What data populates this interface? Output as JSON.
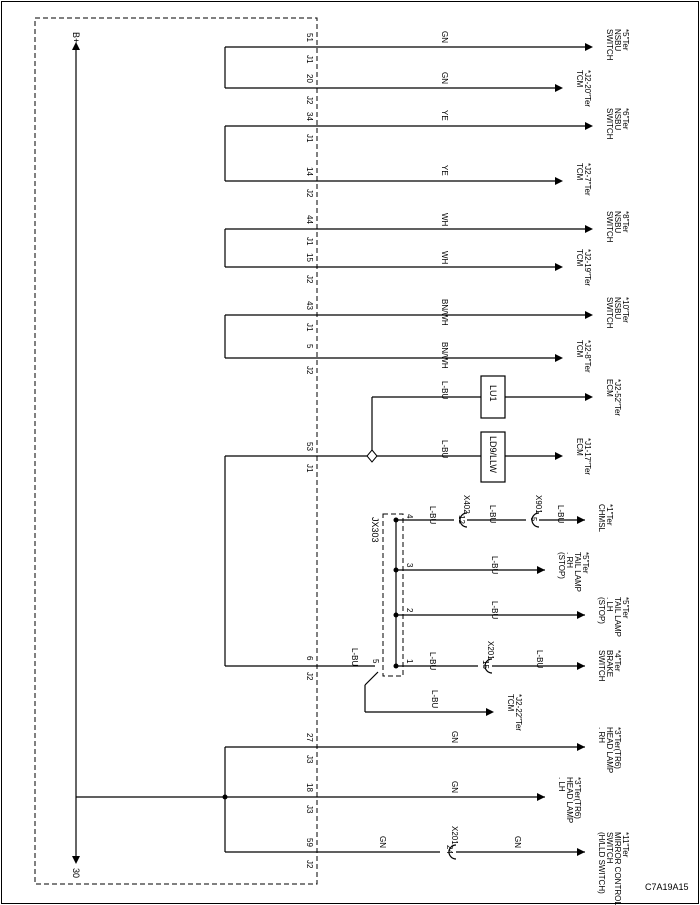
{
  "diagram_id": "C7A19A15",
  "bus": {
    "top": "B+",
    "bottom": "30"
  },
  "circuits": [
    {
      "conn": "J1",
      "pin": "51",
      "color": "GN",
      "dest": [
        "*5\"Ter",
        "NSBU",
        "SWITCH"
      ]
    },
    {
      "conn": "J2",
      "pin": "20",
      "color": "GN",
      "dest": [
        "*J2-20\"Ter",
        "TCM"
      ]
    },
    {
      "conn": "J1",
      "pin": "34",
      "color": "YE",
      "dest": [
        "*6\"Ter",
        "NSBU",
        "SWITCH"
      ]
    },
    {
      "conn": "J2",
      "pin": "14",
      "color": "YE",
      "dest": [
        "*J2-7\"Ter",
        "TCM"
      ]
    },
    {
      "conn": "J1",
      "pin": "44",
      "color": "WH",
      "dest": [
        "*8\"Ter",
        "NSBU",
        "SWITCH"
      ]
    },
    {
      "conn": "J2",
      "pin": "15",
      "color": "WH",
      "dest": [
        "*J2-19\"Ter",
        "TCM"
      ]
    },
    {
      "conn": "J1",
      "pin": "43",
      "color": "BN/WH",
      "dest": [
        "*10\"Ter",
        "NSBU",
        "SWITCH"
      ]
    },
    {
      "conn": "J2",
      "pin": "5",
      "color": "BN/WH",
      "dest": [
        "*J2-8\"Ter",
        "TCM"
      ]
    },
    {
      "conn": "",
      "pin": "",
      "color": "L-BU",
      "dest": [
        "*J2-52\"Ter",
        "ECM"
      ]
    },
    {
      "conn": "J1",
      "pin": "53",
      "color": "L-BU",
      "dest": [
        "*J1-17\"Ter",
        "ECM"
      ]
    }
  ],
  "fuses": {
    "lu1": "LU1",
    "ld9": "LD9/LLW"
  },
  "junction": {
    "name": "JX303",
    "pins": [
      "4",
      "3",
      "2",
      "1",
      "5"
    ],
    "outputs": [
      {
        "color": "L-BU",
        "connector": "X402",
        "connector_pin": "12",
        "color2": "L-BU",
        "connector2": "X901",
        "connector2_pin": "5",
        "color3": "L-BU",
        "dest": [
          "*1\"Ter",
          "CHMSL"
        ]
      },
      {
        "color": "L-BU",
        "dest": [
          "*5\"Ter",
          "TAIL LAMP",
          ". RH",
          "(STOP)"
        ]
      },
      {
        "color": "L-BU",
        "dest": [
          "*5\"Ter",
          "TAIL LAMP",
          ". LH",
          "(STOP)"
        ]
      },
      {
        "color": "L-BU",
        "connector": "X201",
        "connector_pin": "15",
        "color2": "L-BU",
        "dest": [
          "*4\"Ter",
          "BRAKE",
          "SWITCH"
        ]
      }
    ]
  },
  "brake": {
    "conn": "J2",
    "pin": "6",
    "color": "L-BU"
  },
  "tcm22": {
    "color": "L-BU",
    "dest": [
      "*J2-22\"Ter",
      "TCM"
    ]
  },
  "lamps": [
    {
      "conn": "J3",
      "pin": "27",
      "color": "GN",
      "dest": [
        "*3\"Ter(TR6)",
        "HEAD LAMP",
        ". RH"
      ]
    },
    {
      "conn": "J3",
      "pin": "18",
      "color": "GN",
      "dest": [
        "*3\"Ter(TR6)",
        "HEAD LAMP",
        ". LH"
      ]
    },
    {
      "conn": "J2",
      "pin": "59",
      "color": "GN",
      "connector": "X201",
      "connector_pin": "24",
      "color2": "GN",
      "dest": [
        "*11\"Ter",
        "MIRROR CONTROL",
        "SWITCH",
        "(H/LLD SWITCH)"
      ]
    }
  ]
}
